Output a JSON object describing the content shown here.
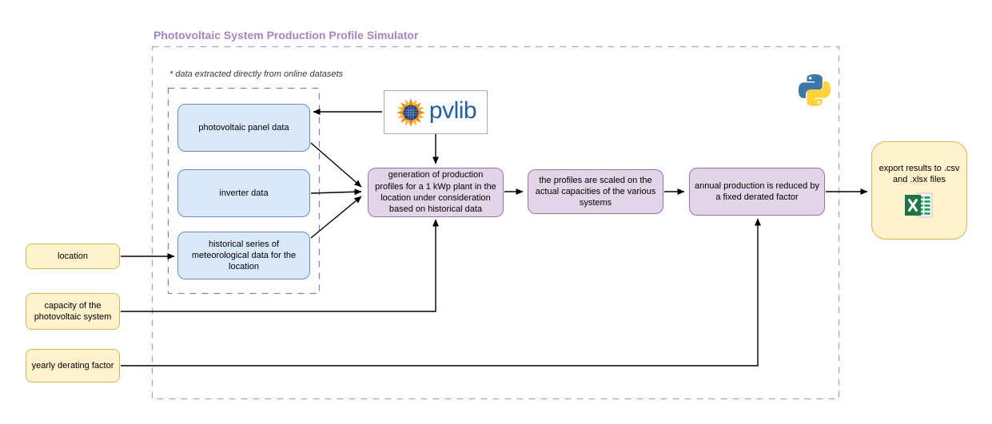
{
  "title": "Photovoltaic System Production Profile Simulator",
  "note": "* data extracted directly from online datasets",
  "logos": {
    "pvlib": "pvlib"
  },
  "data_sources": {
    "panel": "photovoltaic panel data",
    "inverter": "inverter data",
    "weather": "historical series of meteorological data for the location"
  },
  "processes": {
    "generation": "generation of production profiles for a 1 kWp plant in the location under consideration based on historical data",
    "scaling": "the profiles are scaled on the actual capacities of the various systems",
    "derating": "annual production is reduced by a fixed derated factor"
  },
  "inputs": {
    "location": "location",
    "capacity": "capacity of the photovoltaic system",
    "derating_factor": "yearly derating factor"
  },
  "output": {
    "export": "export results to .csv and .xlsx files"
  },
  "colors": {
    "title": "#a584c5",
    "outer_border": "#b59cd4",
    "inner_border": "#6c8ebf",
    "blue_fill": "#dae8fc",
    "blue_border": "#6c8ebf",
    "purple_fill": "#e1d5e7",
    "purple_border": "#9673a6",
    "yellow_fill": "#fff2cc",
    "yellow_border": "#d6b656",
    "pvlib_border": "#b5a1cd",
    "pvlib_text": "#1e5eab",
    "arrow": "#000000"
  }
}
